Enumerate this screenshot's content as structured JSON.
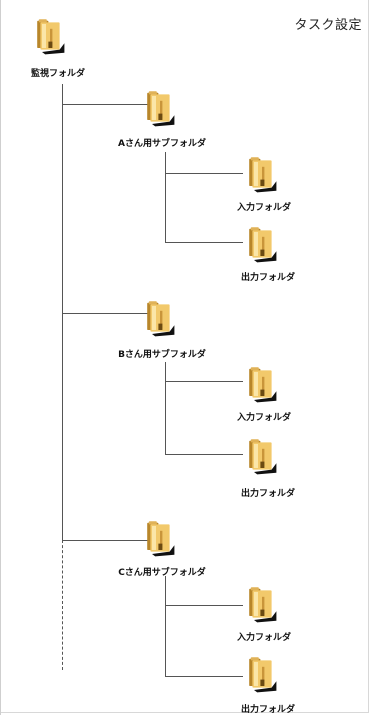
{
  "title": "タスク設定",
  "root": {
    "label": "監視フォルダ",
    "icon": "folder-icon"
  },
  "groups": [
    {
      "label": "Aさん用サブフォルダ",
      "children": [
        {
          "label": "入力フォルダ"
        },
        {
          "label": "出力フォルダ"
        }
      ]
    },
    {
      "label": "Bさん用サブフォルダ",
      "children": [
        {
          "label": "入力フォルダ"
        },
        {
          "label": "出力フォルダ"
        }
      ]
    },
    {
      "label": "Cさん用サブフォルダ",
      "children": [
        {
          "label": "入力フォルダ"
        },
        {
          "label": "出力フォルダ"
        }
      ]
    }
  ],
  "colors": {
    "folder_body": "#f2c96b",
    "folder_light": "#fbe6a8",
    "folder_dark": "#b8862a",
    "shadow": "#111111",
    "line": "#555555"
  }
}
